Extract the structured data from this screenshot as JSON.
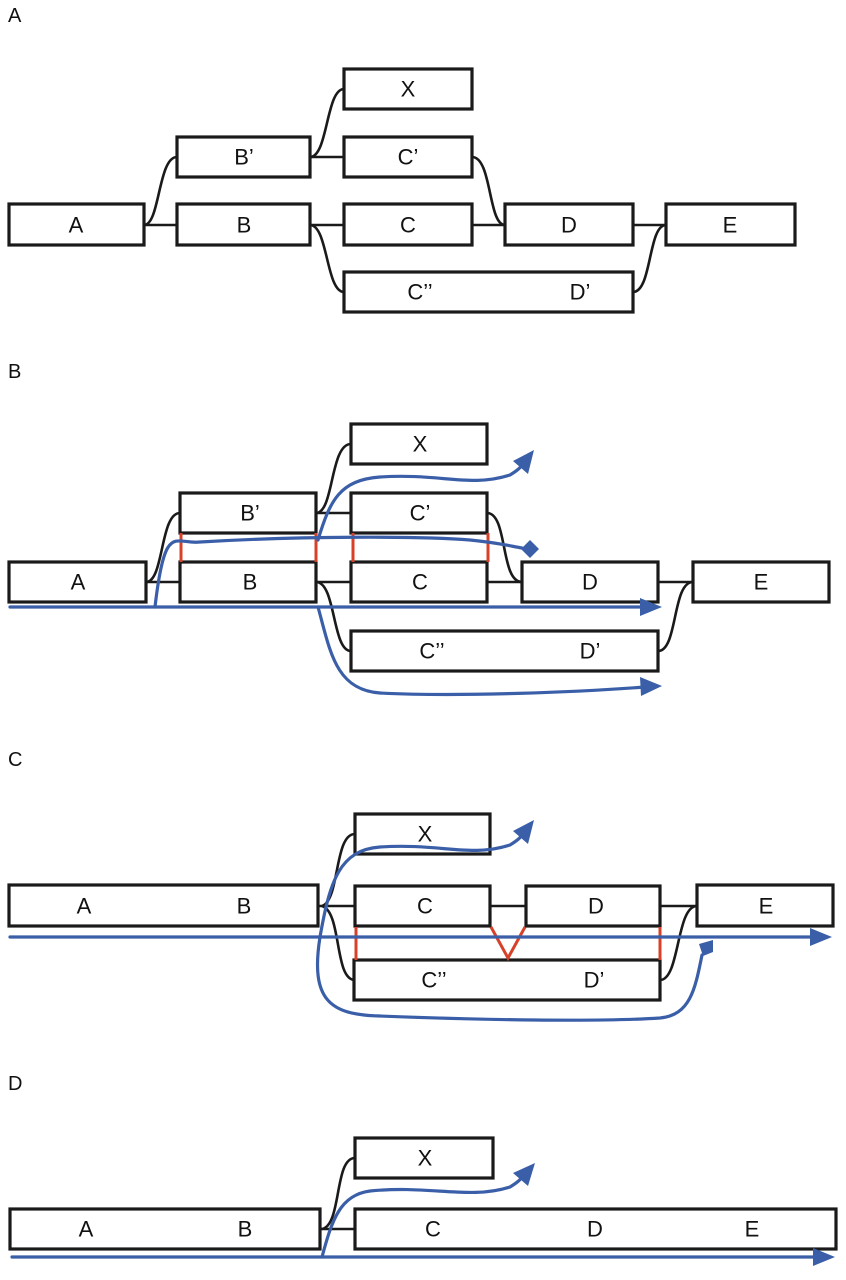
{
  "panels": {
    "a": {
      "label": "A",
      "boxes": {
        "a": "A",
        "b_prime": "B’",
        "b": "B",
        "x": "X",
        "c_prime": "C’",
        "c": "C",
        "d": "D",
        "e": "E",
        "cpp": "C’’",
        "d_prime": "D’"
      }
    },
    "b": {
      "label": "B",
      "boxes": {
        "a": "A",
        "b_prime": "B’",
        "b": "B",
        "x": "X",
        "c_prime": "C’",
        "c": "C",
        "d": "D",
        "e": "E",
        "cpp": "C’’",
        "d_prime": "D’"
      }
    },
    "c": {
      "label": "C",
      "boxes": {
        "a": "A",
        "b": "B",
        "x": "X",
        "c": "C",
        "d": "D",
        "e": "E",
        "cpp": "C’’",
        "d_prime": "D’"
      }
    },
    "d": {
      "label": "D",
      "boxes": {
        "a": "A",
        "b": "B",
        "x": "X",
        "c": "C",
        "d": "D",
        "e": "E"
      }
    }
  },
  "colors": {
    "path_blue": "#3a5fa8",
    "link_red": "#d8402a",
    "box_stroke": "#1a1a1a"
  }
}
